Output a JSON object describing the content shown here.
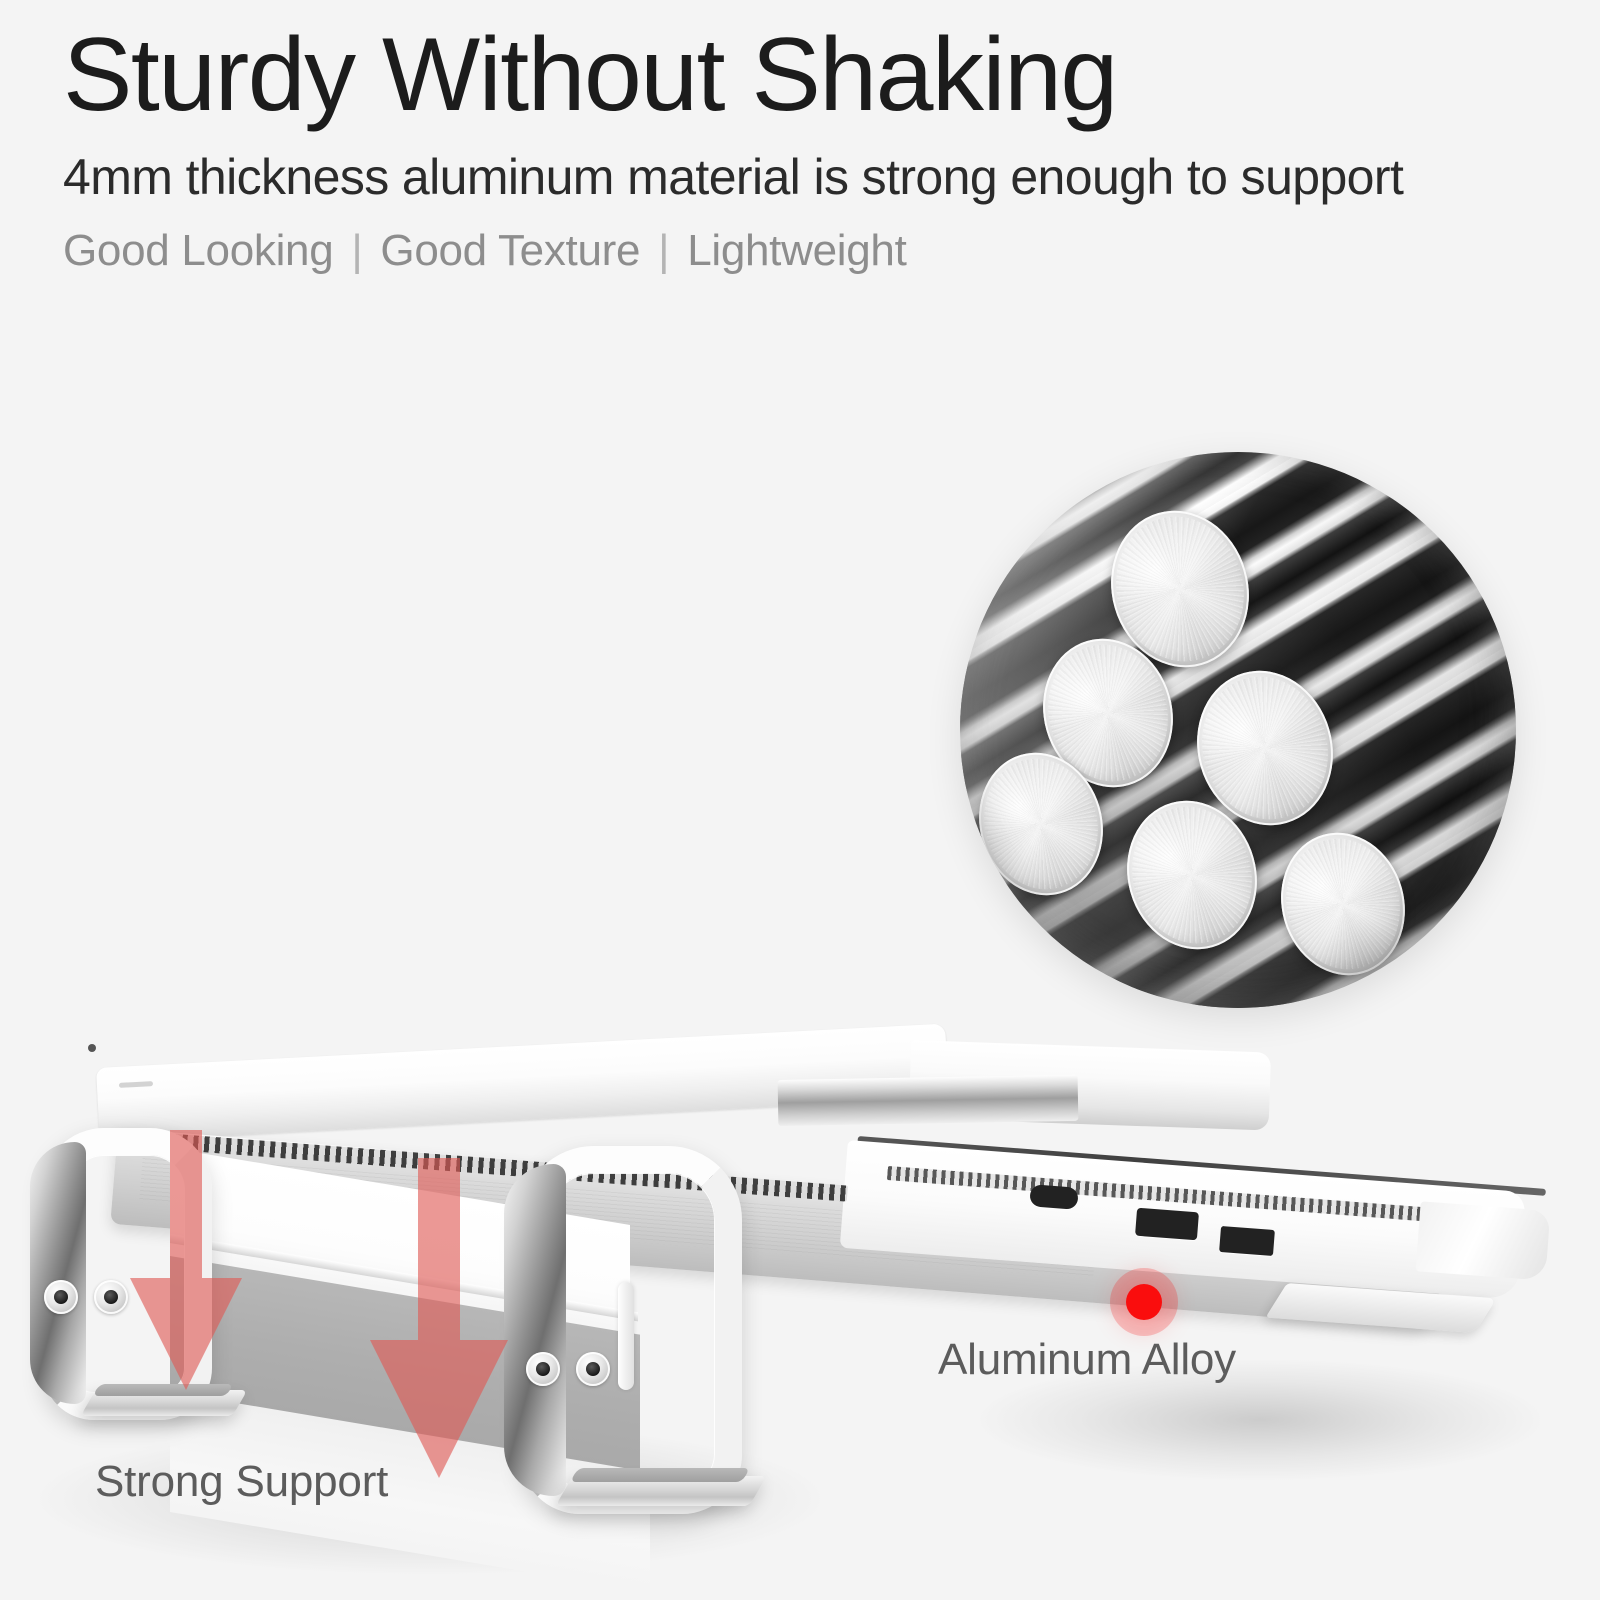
{
  "header": {
    "title": "Sturdy Without Shaking",
    "subtitle": "4mm thickness aluminum material is strong enough to support",
    "tagline_items": [
      "Good Looking",
      "Good Texture",
      "Lightweight"
    ],
    "tagline_separator": "|",
    "tagline_full": "Good Looking | Good Texture | Lightweight"
  },
  "callouts": [
    {
      "id": "strong-support",
      "label": "Strong Support"
    },
    {
      "id": "aluminum-alloy",
      "label": "Aluminum Alloy"
    }
  ],
  "colors": {
    "background": "#f4f4f4",
    "title_text": "#1c1c1c",
    "subtitle_text": "#2b2b2b",
    "tagline_text": "#8d8d8d",
    "callout_text": "#5c5c5c",
    "marker_red": "#fa0d0d",
    "arrow_red": "#e8655f",
    "aluminum_light": "#f2f2f2",
    "aluminum_mid": "#b7b7b7",
    "aluminum_dark": "#6f6f6f"
  },
  "icons": {
    "marker": "red-dot-marker-icon",
    "arrow": "down-arrow-icon",
    "separator": "pipe-separator-icon"
  },
  "product": {
    "name": "aluminum-laptop-stand",
    "laptop": "white-laptop",
    "ports": [
      "usb-c-port",
      "pinhole",
      "hdmi-port",
      "usb-a-port"
    ],
    "arrow_count": 2,
    "screws_per_arm": 2,
    "material_inset": "aluminum-rods-closeup"
  }
}
